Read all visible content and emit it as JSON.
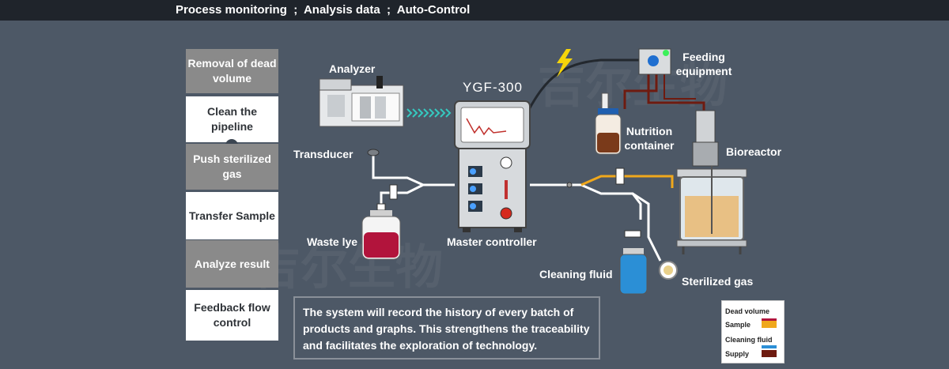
{
  "header": {
    "title": "Process monitoring  ;  Analysis data  ;  Auto-Control"
  },
  "steps": [
    {
      "label": "Removal of dead volume",
      "style": "gray"
    },
    {
      "label": "Clean the pipeline",
      "style": "white"
    },
    {
      "label": "Push sterilized gas",
      "style": "gray"
    },
    {
      "label": "Transfer Sample",
      "style": "white"
    },
    {
      "label": "Analyze result",
      "style": "gray"
    },
    {
      "label": "Feedback flow control",
      "style": "white"
    }
  ],
  "diagram": {
    "model": "YGF-300",
    "labels": {
      "analyzer": "Analyzer",
      "transducer": "Transducer",
      "waste_lye": "Waste lye",
      "master_controller": "Master controller",
      "feeding_equipment": "Feeding equipment",
      "nutrition_container": "Nutrition container",
      "bioreactor": "Bioreactor",
      "cleaning_fluid": "Cleaning fluid",
      "sterilized_gas": "Sterilized gas"
    }
  },
  "info_text": "The system will record the history of every batch of products and graphs. This strengthens the traceability and facilitates the exploration of technology.",
  "legend": {
    "items": [
      {
        "label": "Dead volume",
        "color": "#b2143c"
      },
      {
        "label": "Sample",
        "color": "#f0a81c"
      },
      {
        "label": "Cleaning fluid",
        "color": "#2b8fd6"
      },
      {
        "label": "Supply",
        "color": "#6e1b10"
      }
    ]
  },
  "watermark": "吉尔生物",
  "colors": {
    "background": "#4d5866",
    "sample_line": "#f0a81c",
    "supply_line": "#6e1b10",
    "dead_volume": "#b2143c",
    "cleaning_fluid": "#2b8fd6",
    "signal_lightning": "#f5d40a"
  }
}
